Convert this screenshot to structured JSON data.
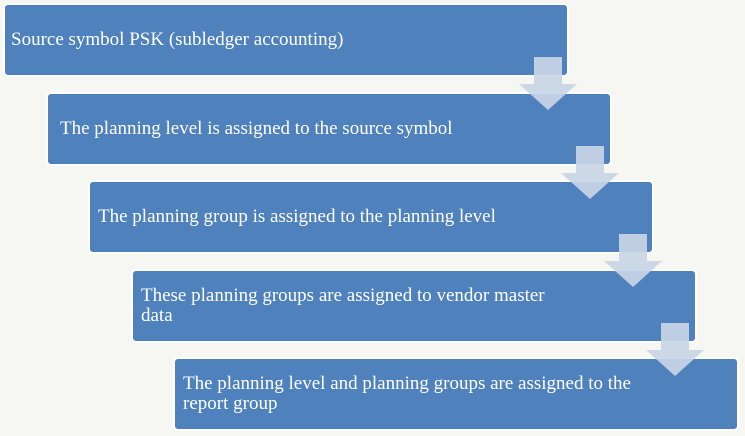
{
  "diagram": {
    "type": "staggered-process",
    "steps": [
      {
        "text": "Source symbol PSK (subledger accounting)"
      },
      {
        "text": "The planning level is assigned to the source symbol"
      },
      {
        "text": "The planning group is assigned to the planning level"
      },
      {
        "text": "These planning groups are assigned to vendor master data"
      },
      {
        "text": "The planning level and planning groups are assigned to the report group"
      }
    ],
    "colors": {
      "box": "#4f81bd",
      "arrow": "#c9d5e6",
      "background": "#f6f6f3",
      "text": "#ffffff"
    }
  }
}
